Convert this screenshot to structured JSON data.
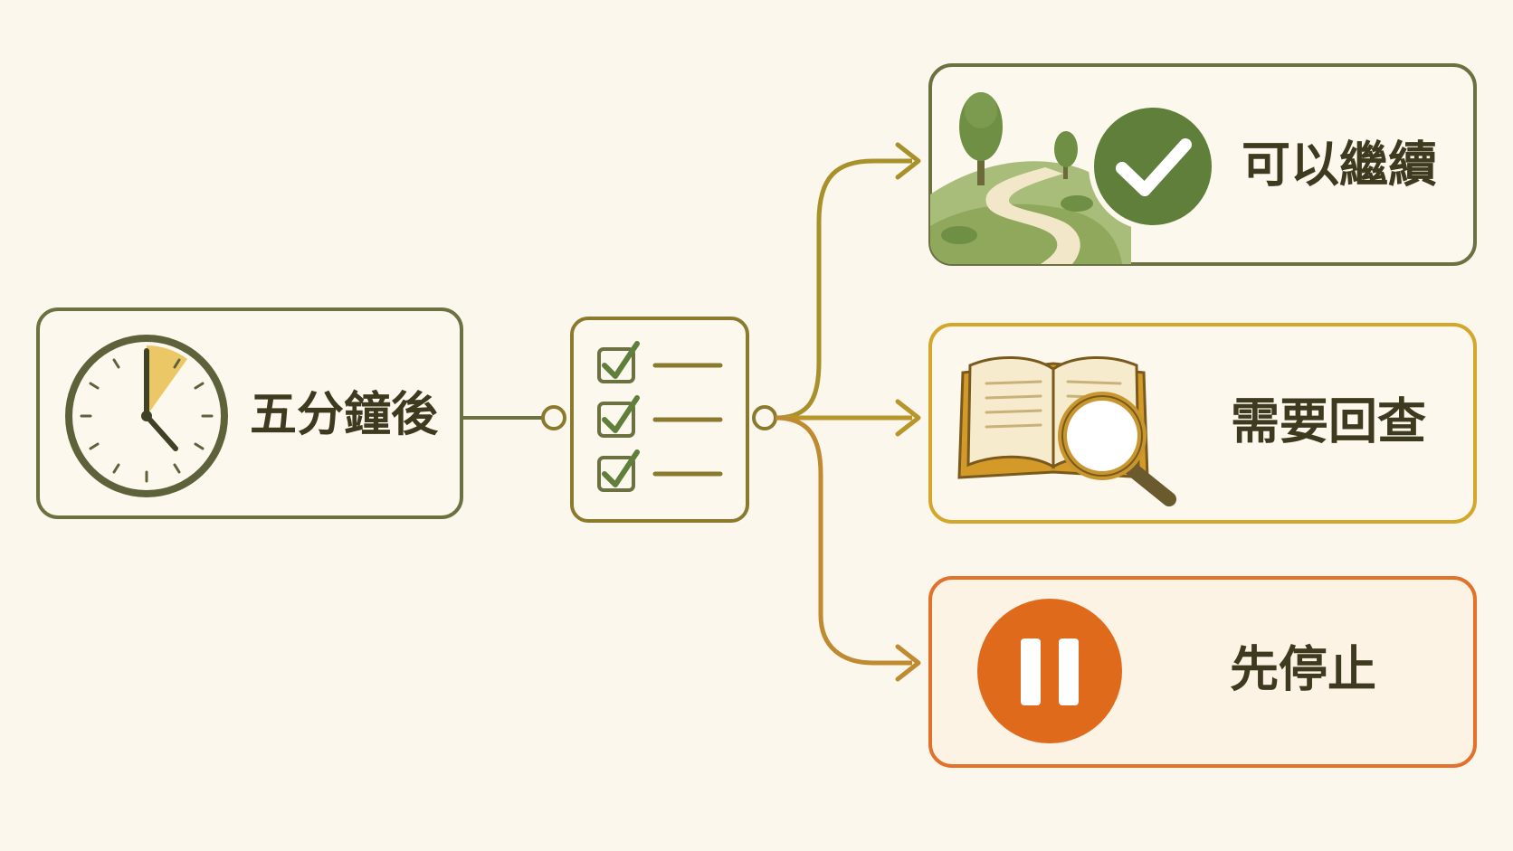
{
  "diagram": {
    "start": {
      "label": "五分鐘後"
    },
    "outcomes": [
      {
        "label": "可以繼續",
        "color": "#6e8a45"
      },
      {
        "label": "需要回查",
        "color": "#d4a72c"
      },
      {
        "label": "先停止",
        "color": "#e2712a"
      }
    ],
    "colors": {
      "background": "#fbf7ec",
      "card_fill": "#fcf8ee",
      "olive": "#6b7141",
      "gold": "#b59528",
      "green": "#5f7f3b",
      "orange": "#e06a1c"
    },
    "icons": {
      "start": "clock-icon",
      "check": "checklist-icon",
      "continue": "check-circle-icon",
      "review": "book-magnifier-icon",
      "stop": "pause-icon"
    }
  }
}
